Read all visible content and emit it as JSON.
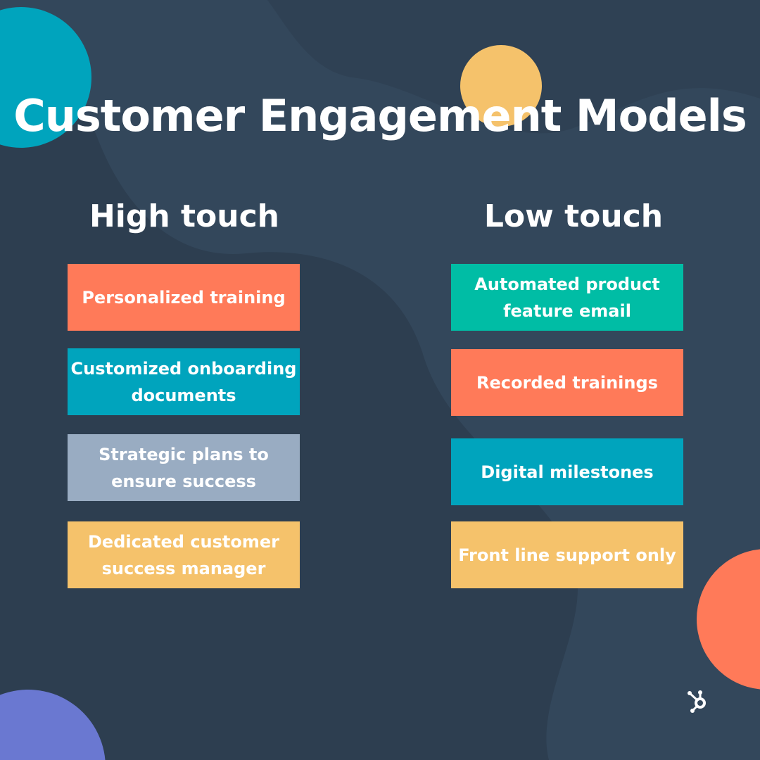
{
  "title": "Customer Engagement Models",
  "columns": [
    {
      "heading": "High touch",
      "items": [
        {
          "label": "Personalized training",
          "color": "#ff7a59"
        },
        {
          "label": "Customized onboarding documents",
          "color": "#00a4bd"
        },
        {
          "label": "Strategic plans to ensure success",
          "color": "#99acc2"
        },
        {
          "label": "Dedicated customer success manager",
          "color": "#f5c26b"
        }
      ]
    },
    {
      "heading": "Low touch",
      "items": [
        {
          "label": "Automated product feature email",
          "color": "#00bda5"
        },
        {
          "label": "Recorded trainings",
          "color": "#ff7a59"
        },
        {
          "label": "Digital milestones",
          "color": "#00a4bd"
        },
        {
          "label": "Front line support only",
          "color": "#f5c26b"
        }
      ]
    }
  ],
  "logo": "hubspot-sprocket-icon"
}
